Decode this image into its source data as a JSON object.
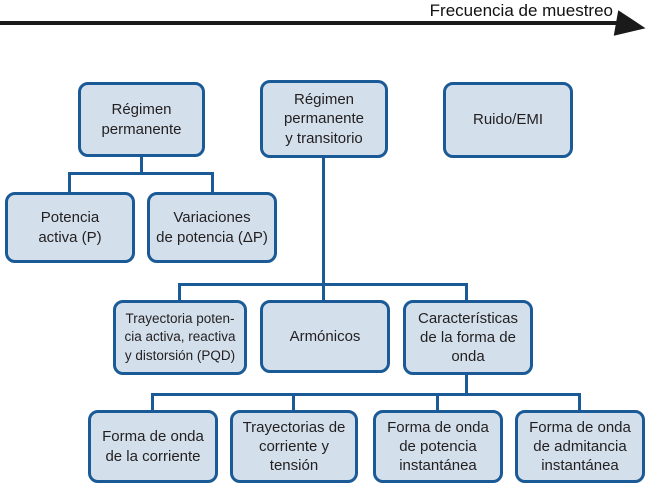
{
  "header": {
    "axis_label": "Frecuencia de muestreo"
  },
  "colors": {
    "box_fill": "#d3e0ec",
    "box_border": "#1a5a96",
    "connector": "#1a5a96",
    "axis_arrow": "#1a1a1a",
    "text": "#231f20"
  },
  "nodes": {
    "regimen_permanente": "Régimen\npermanente",
    "regimen_permanente_transitorio": "Régimen\npermanente\ny transitorio",
    "ruido_emi": "Ruido/EMI",
    "potencia_activa": "Potencia\nactiva (P)",
    "variaciones_potencia": "Variaciones\nde potencia (ΔP)",
    "trayectoria_pqd": "Trayectoria poten-\ncia activa, reactiva\ny distorsión (PQD)",
    "armonicos": "Armónicos",
    "caracteristicas_forma_onda": "Características\nde la forma de\nonda",
    "forma_onda_corriente": "Forma de onda\nde la corriente",
    "trayectorias_corriente_tension": "Trayectorias de\ncorriente y\ntensión",
    "forma_onda_potencia": "Forma de onda\nde potencia\ninstantánea",
    "forma_onda_admitancia": "Forma de onda\nde admitancia\ninstantánea"
  }
}
